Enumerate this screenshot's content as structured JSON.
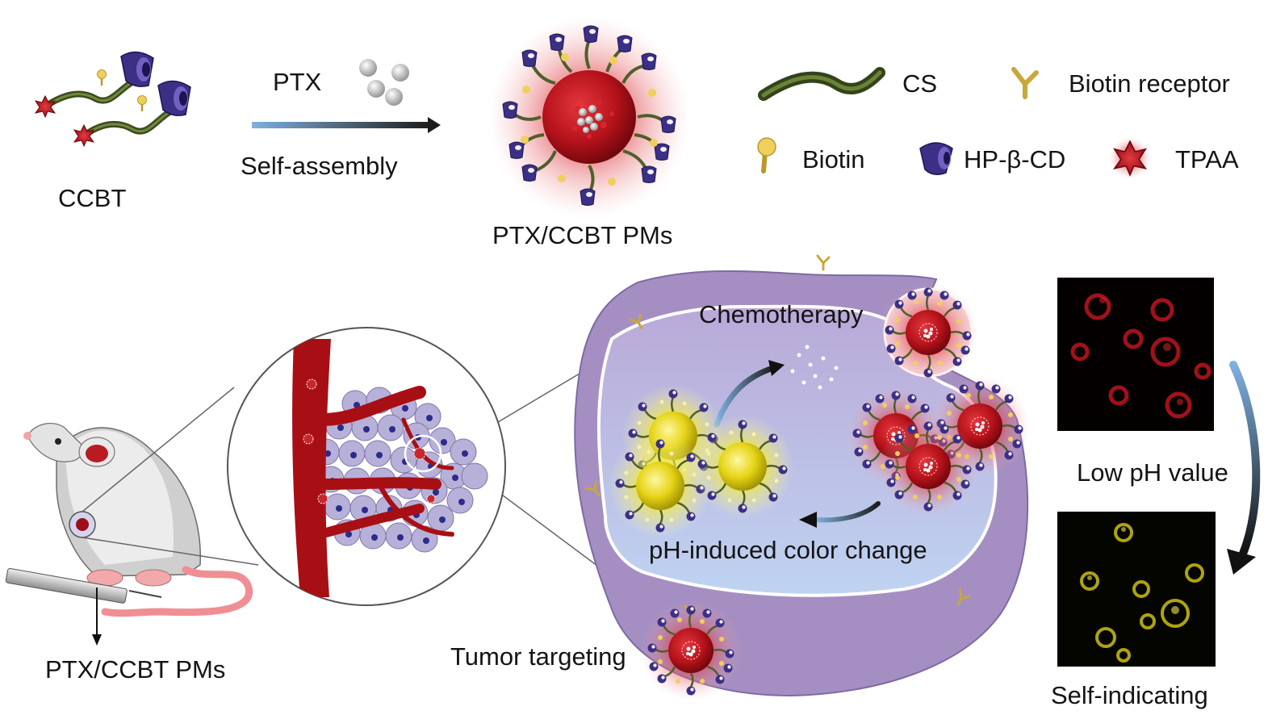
{
  "top": {
    "ccbt_label": "CCBT",
    "ptx_label": "PTX",
    "self_assembly_label": "Self-assembly",
    "micelle_label": "PTX/CCBT PMs"
  },
  "legend": {
    "cs": "CS",
    "biotin_receptor": "Biotin receptor",
    "biotin": "Biotin",
    "hp_cd": "HP-β-CD",
    "tpaa": "TPAA"
  },
  "bottom": {
    "injection_label": "PTX/CCBT PMs",
    "chemotherapy": "Chemotherapy",
    "color_change": "pH-induced color change",
    "tumor_targeting": "Tumor targeting",
    "low_ph": "Low pH value",
    "self_indicating": "Self-indicating"
  },
  "colors": {
    "chain": "#4f5f2a",
    "cyclodextrin": "#3b2f86",
    "biotin": "#e9c85a",
    "micelle_red": "#b5121b",
    "micelle_yellow": "#e8dc18",
    "cell": "#a58fc2",
    "vessel": "#a80f14",
    "arrow_blue": "#7fb0df",
    "arrow_dark": "#1a1a1a"
  }
}
